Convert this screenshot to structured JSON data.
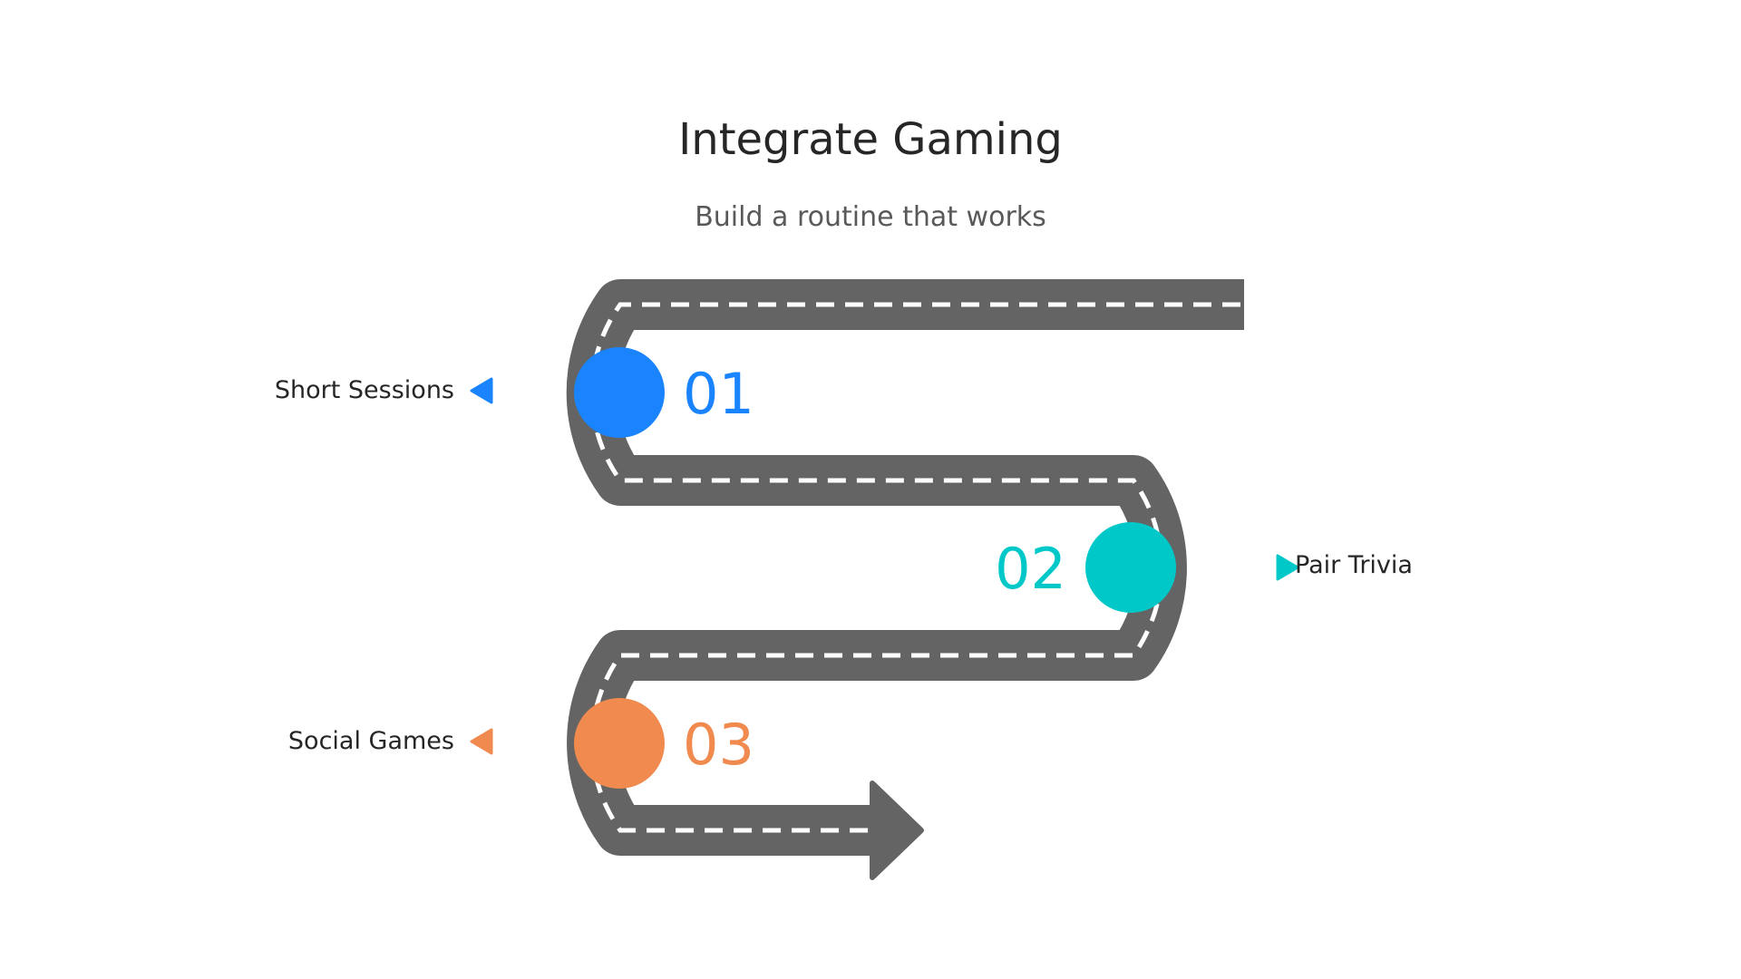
{
  "header": {
    "title": "Integrate Gaming",
    "subtitle": "Build a routine that works"
  },
  "steps": [
    {
      "number": "01",
      "label": "Short Sessions",
      "color": "#1a84ff",
      "side": "left"
    },
    {
      "number": "02",
      "label": "Pair Trivia",
      "color": "#00c8c8",
      "side": "right"
    },
    {
      "number": "03",
      "label": "Social Games",
      "color": "#f08a4e",
      "side": "left"
    }
  ],
  "colors": {
    "road": "#646464",
    "road_dash": "#ffffff",
    "background": "#ffffff"
  }
}
